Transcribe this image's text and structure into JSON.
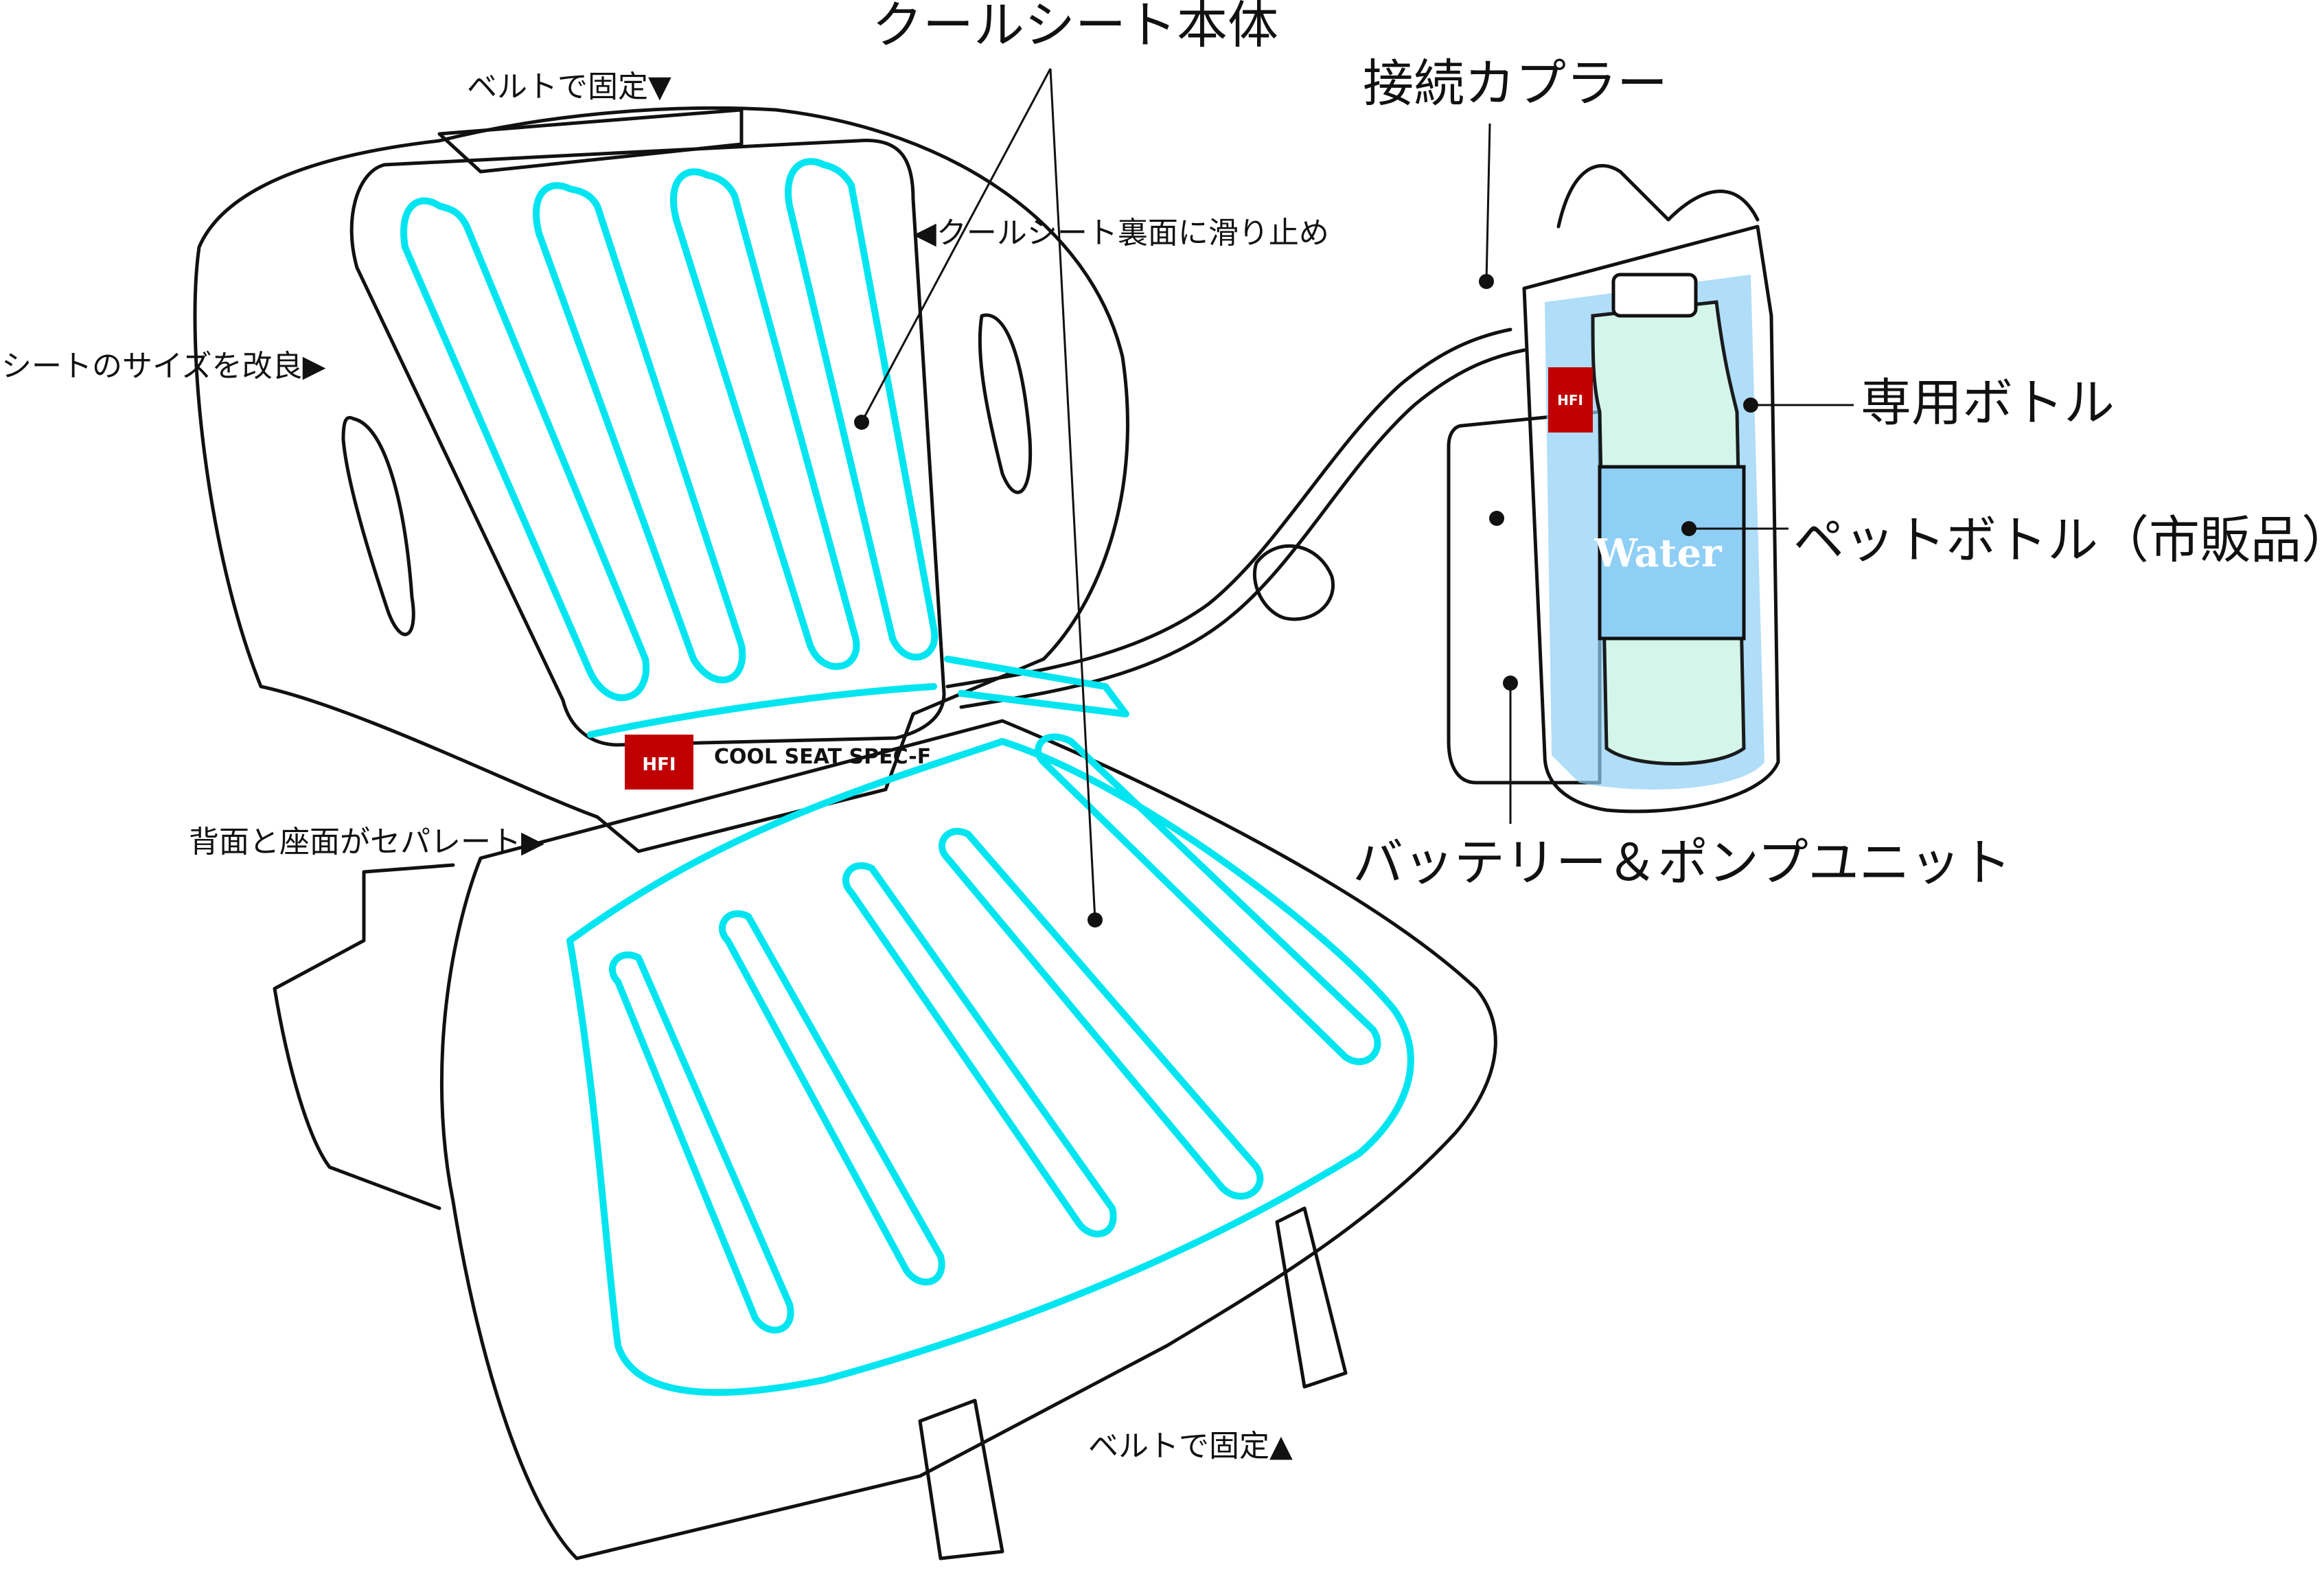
{
  "colors": {
    "outline": "#111111",
    "coolant": "#00e5f0",
    "water_blue": "#8fcff5",
    "bottle_tint": "#d6f7ea",
    "brand_red": "#c00000"
  },
  "labels": {
    "main_body": "クールシート本体",
    "coupler": "接続カプラー",
    "dedicated_bottle": "専用ボトル",
    "pet_bottle": "ペットボトル（市販品）",
    "battery_pump": "バッテリー＆ポンプユニット",
    "belt_top": "ベルトで固定▼",
    "belt_bottom": "ベルトで固定▲",
    "anti_slip": "◀クールシート裏面に滑り止め",
    "size_improved": "シートのサイズを改良▶",
    "separate": "背面と座面がセパレート▶"
  },
  "product": {
    "logo": "HFI",
    "name": "COOL SEAT SPEC-F",
    "bottle_text": "Water"
  }
}
